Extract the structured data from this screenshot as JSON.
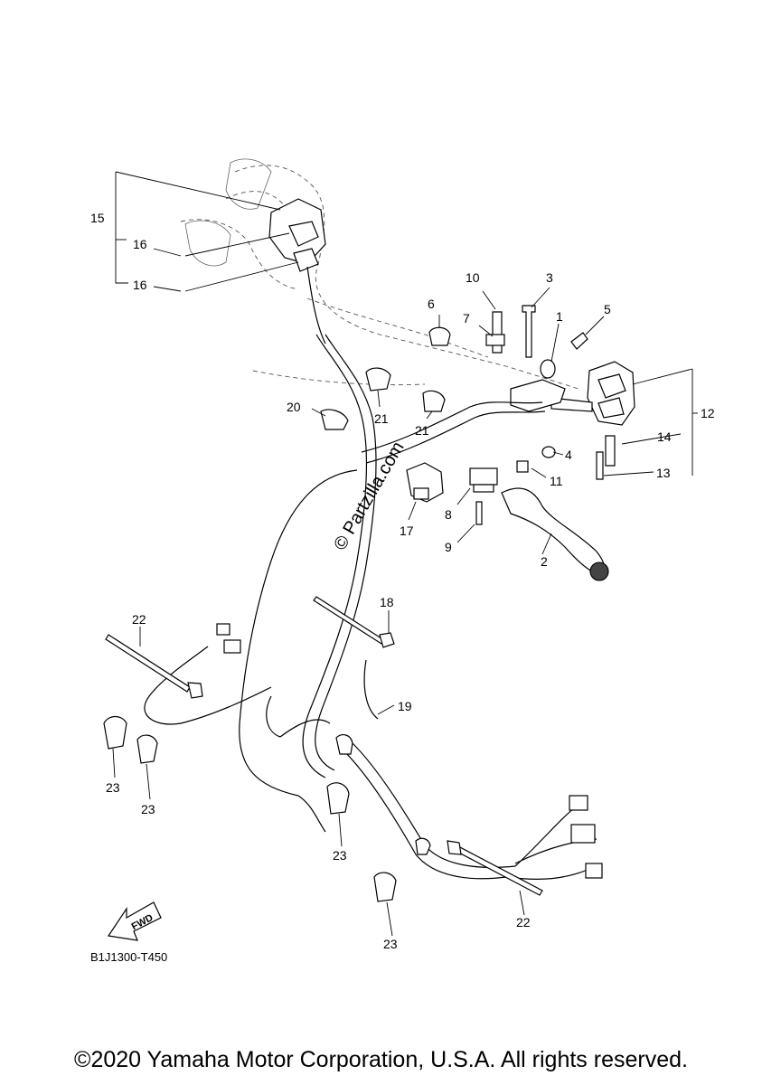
{
  "callouts": {
    "c1": "1",
    "c2": "2",
    "c3": "3",
    "c4": "4",
    "c5": "5",
    "c6": "6",
    "c7": "7",
    "c8": "8",
    "c9": "9",
    "c10": "10",
    "c11": "11",
    "c12": "12",
    "c13": "13",
    "c14": "14",
    "c15": "15",
    "c16a": "16",
    "c16b": "16",
    "c17": "17",
    "c18": "18",
    "c19": "19",
    "c20": "20",
    "c21a": "21",
    "c21b": "21",
    "c22a": "22",
    "c22b": "22",
    "c23a": "23",
    "c23b": "23",
    "c23c": "23",
    "c23d": "23"
  },
  "watermark": "© Partzilla.com",
  "fwd_label": "FWD",
  "diagram_code": "B1J1300-T450",
  "copyright": "©2020 Yamaha Motor Corporation, U.S.A. All rights reserved."
}
